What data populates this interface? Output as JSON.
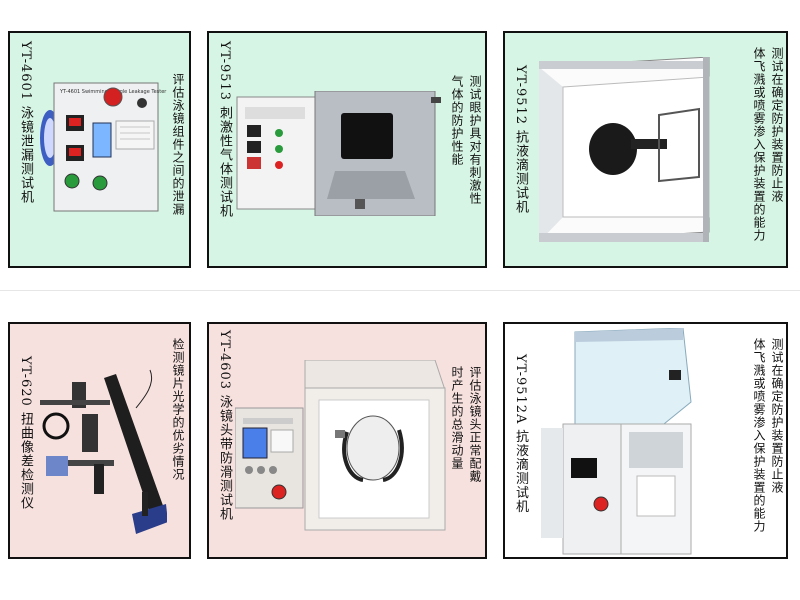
{
  "cards": [
    {
      "title": "YT-4601 泳镜泄漏测试机",
      "desc": [
        "评估泳镜组件之间的泄漏"
      ]
    },
    {
      "title": "YT-9513 刺激性气体测试机",
      "desc": [
        "测试眼护具对有刺激性",
        "气体的防护性能"
      ]
    },
    {
      "title": "YT-9512 抗液滴测试机",
      "desc": [
        "测试在确定防护装置防止液",
        "体飞溅或喷雾渗入保护装置的能力"
      ]
    },
    {
      "title": "YT-620 扭曲像差检测仪",
      "desc": [
        "检测镜片光学的优劣情况"
      ]
    },
    {
      "title": "YT-4603 泳镜头带防滑测试机",
      "desc": [
        "评估泳镜头正常配戴",
        "时产生的总滑动量"
      ]
    },
    {
      "title": "YT-9512A 抗液滴测试机",
      "desc": [
        "测试在确定防护装置防止液",
        "体飞溅或喷雾渗入保护装置的能力"
      ]
    }
  ],
  "labels": {
    "panel_4601": "YT-4601 Swimming Goggle Leakage Tester"
  },
  "colors": {
    "green": "#d6f5e4",
    "pink": "#f7e1de",
    "border": "#111111"
  }
}
